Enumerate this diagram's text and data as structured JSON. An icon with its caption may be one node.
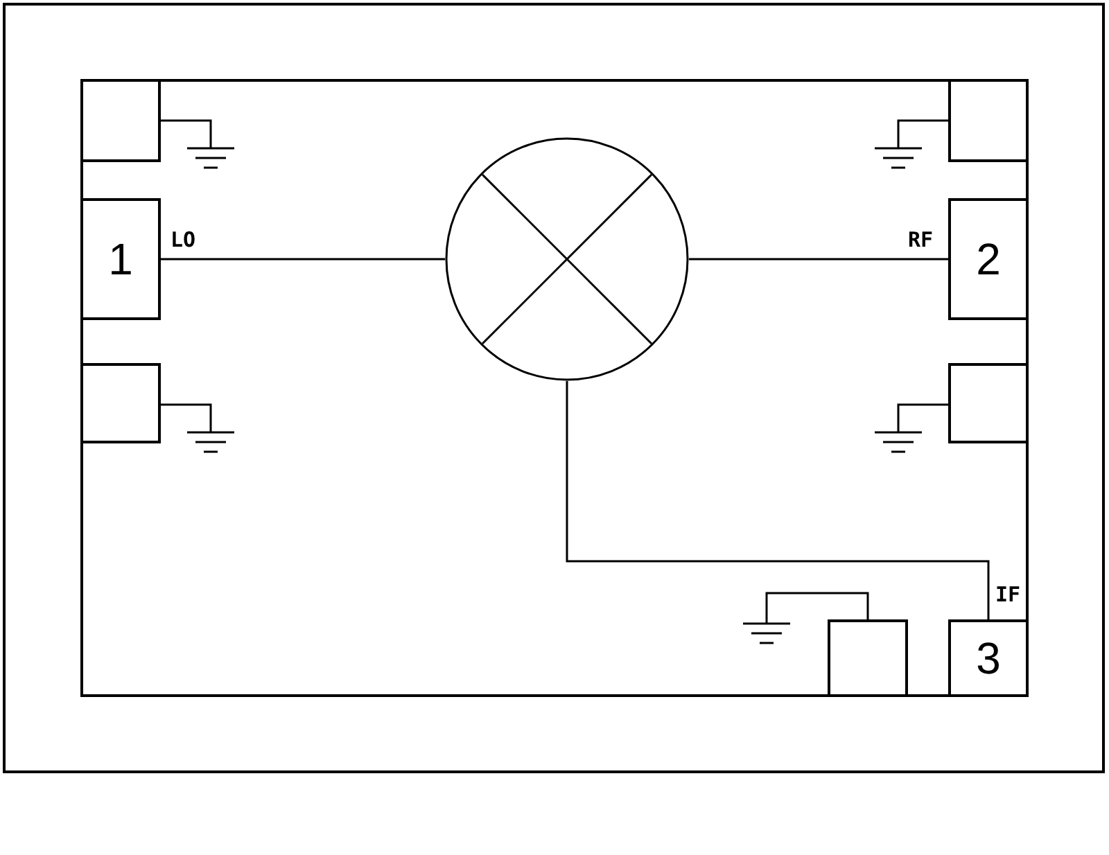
{
  "diagram": {
    "nodes": [
      {
        "text": [],
        "shape": "box"
      },
      {
        "text": [],
        "shape": "box",
        "in": 0
      },
      {
        "text": [],
        "shape": "box",
        "in": 1
      },
      {
        "text": [
          "1"
        ],
        "beside": [
          "LO"
        ],
        "in": 1
      },
      {
        "text": [],
        "shape": "box",
        "in": 1
      },
      {
        "text": [],
        "shape": "circle",
        "in": 1
      },
      {
        "text": [],
        "shape": "box",
        "in": 1
      },
      {
        "text": [
          "2"
        ],
        "beside": [
          "RF"
        ],
        "in": 1
      },
      {
        "text": [],
        "shape": "box",
        "in": 1
      },
      {
        "text": [],
        "shape": "box",
        "in": 1
      },
      {
        "text": [
          "3"
        ],
        "beside": [
          "IF"
        ],
        "in": 1
      }
    ],
    "edges": [
      {
        "from": 3,
        "to": 5,
        "arrow": "none"
      },
      {
        "from": 5,
        "to": 7,
        "arrow": "none"
      },
      {
        "from": 5,
        "to": 10,
        "arrow": "none"
      }
    ]
  }
}
